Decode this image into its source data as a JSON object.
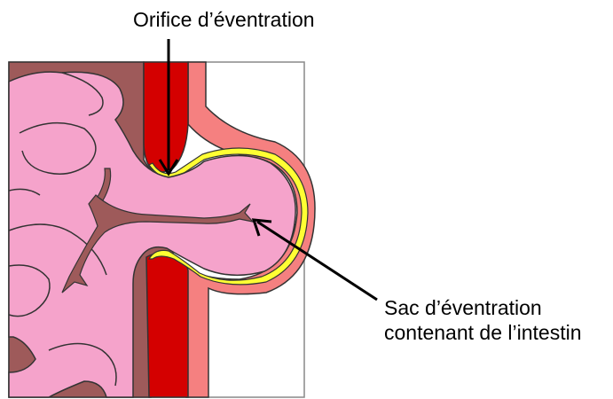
{
  "labels": {
    "orifice": "Orifice d’éventration",
    "sac_line1": "Sac d’éventration",
    "sac_line2": "contenant de l’intestin"
  },
  "colors": {
    "intestine": "#F5A3CB",
    "mesentery": "#9E5A5A",
    "muscle": "#D40000",
    "fascia": "#FFFF33",
    "skin": "#F58080",
    "outline": "#333333",
    "arrow": "#000000"
  }
}
